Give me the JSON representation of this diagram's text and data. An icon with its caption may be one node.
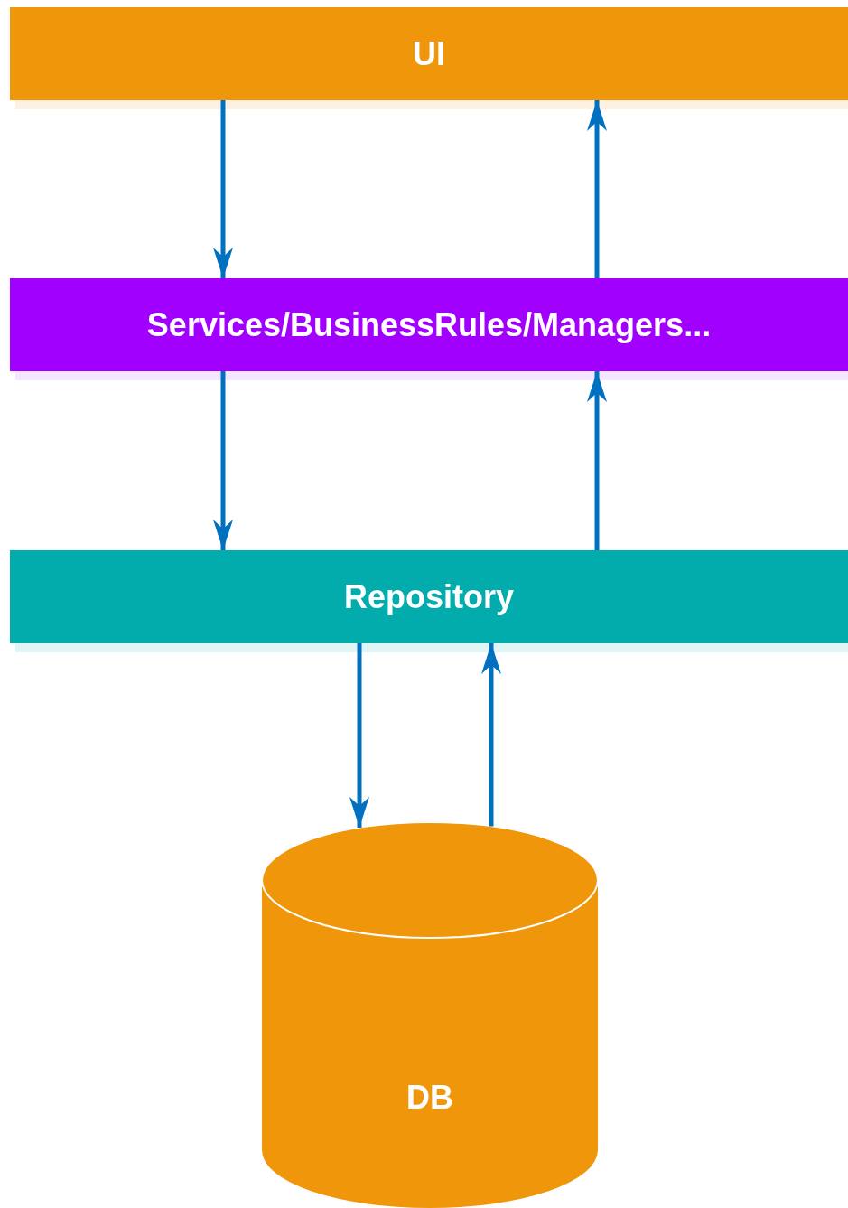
{
  "diagram": {
    "nodes": [
      {
        "text": [
          "UI"
        ]
      },
      {
        "text": [
          "Services/BusinessRules/Managers..."
        ]
      },
      {
        "text": [
          "Repository"
        ]
      },
      {
        "text": [
          "DB"
        ]
      }
    ],
    "edges": [
      {
        "from": 0,
        "to": 1,
        "arrow": "to"
      },
      {
        "from": 1,
        "to": 0,
        "arrow": "to"
      },
      {
        "from": 1,
        "to": 2,
        "arrow": "to"
      },
      {
        "from": 2,
        "to": 1,
        "arrow": "to"
      },
      {
        "from": 2,
        "to": 3,
        "arrow": "to"
      },
      {
        "from": 3,
        "to": 2,
        "arrow": "to"
      }
    ]
  }
}
